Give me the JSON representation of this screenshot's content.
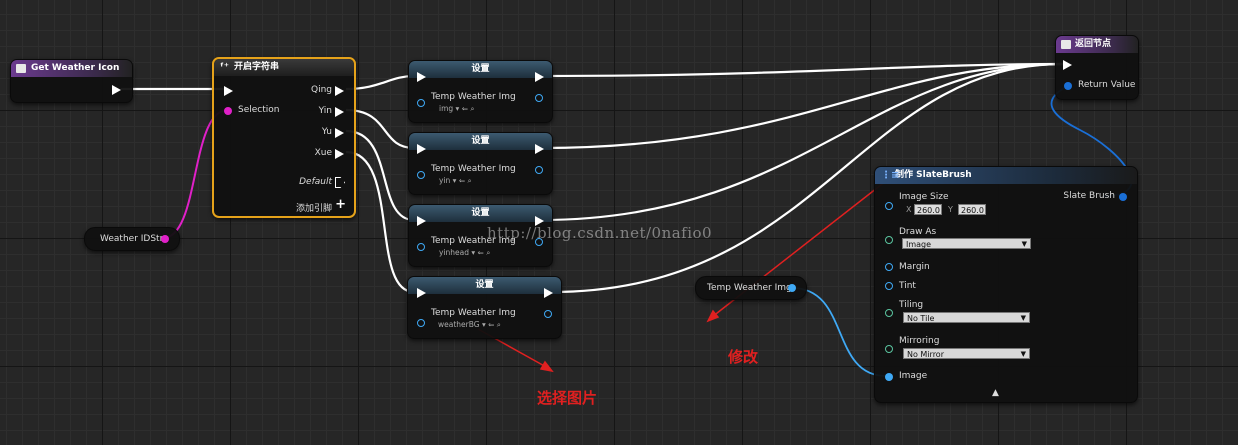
{
  "nodes": {
    "get_weather_icon": {
      "title": "Get Weather Icon"
    },
    "switch": {
      "title": "开启字符串",
      "input_pin": "Selection",
      "outputs": [
        "Qing",
        "Yin",
        "Yu",
        "Xue"
      ],
      "default_label": "Default",
      "add_pin_label": "添加引脚"
    },
    "set_nodes": [
      {
        "title": "设置",
        "var_label": "Temp Weather Img",
        "value": "img"
      },
      {
        "title": "设置",
        "var_label": "Temp Weather Img",
        "value": "yin"
      },
      {
        "title": "设置",
        "var_label": "Temp Weather Img",
        "value": "yinhead"
      },
      {
        "title": "设置",
        "var_label": "Temp Weather Img",
        "value": "weatherBG"
      }
    ],
    "weather_id_str": {
      "label": "Weather IDStr"
    },
    "return_node": {
      "title": "返回节点",
      "output_label": "Return Value"
    },
    "make_slatebrush": {
      "title": "制作 SlateBrush",
      "image_size_label": "Image Size",
      "x_label": "X",
      "x_value": "260.0",
      "y_label": "Y",
      "y_value": "260.0",
      "draw_as_label": "Draw As",
      "draw_as_value": "Image",
      "margin_label": "Margin",
      "tint_label": "Tint",
      "tiling_label": "Tiling",
      "tiling_value": "No Tile",
      "mirroring_label": "Mirroring",
      "mirroring_value": "No Mirror",
      "image_label": "Image",
      "output_label": "Slate Brush"
    },
    "temp_weather_img_getter": {
      "label": "Temp Weather Img"
    }
  },
  "annotations": {
    "select_image": "选择图片",
    "modify": "修改"
  },
  "watermark": "http://blog.csdn.net/0nafio0",
  "colors": {
    "exec_wire": "#ffffff",
    "string_pin": "#e020c8",
    "object_pin": "#1a6fd6",
    "struct_pin": "#3fa9f5",
    "annotation": "#e02020",
    "selected_border": "#e5a21a"
  }
}
